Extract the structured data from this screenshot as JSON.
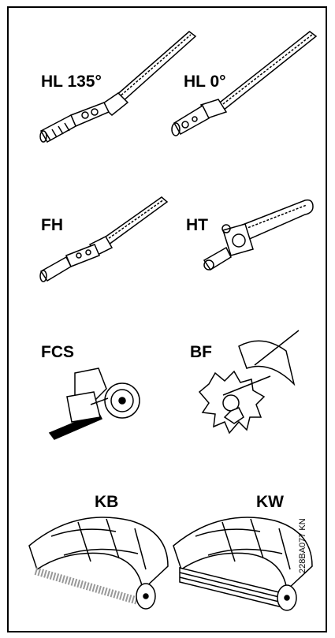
{
  "labels": {
    "hl135": "HL 135°",
    "hl0": "HL 0°",
    "fh": "FH",
    "ht": "HT",
    "fcs": "FCS",
    "bf": "BF",
    "kb": "KB",
    "kw": "KW"
  },
  "figure_code": "228BA077 KN"
}
